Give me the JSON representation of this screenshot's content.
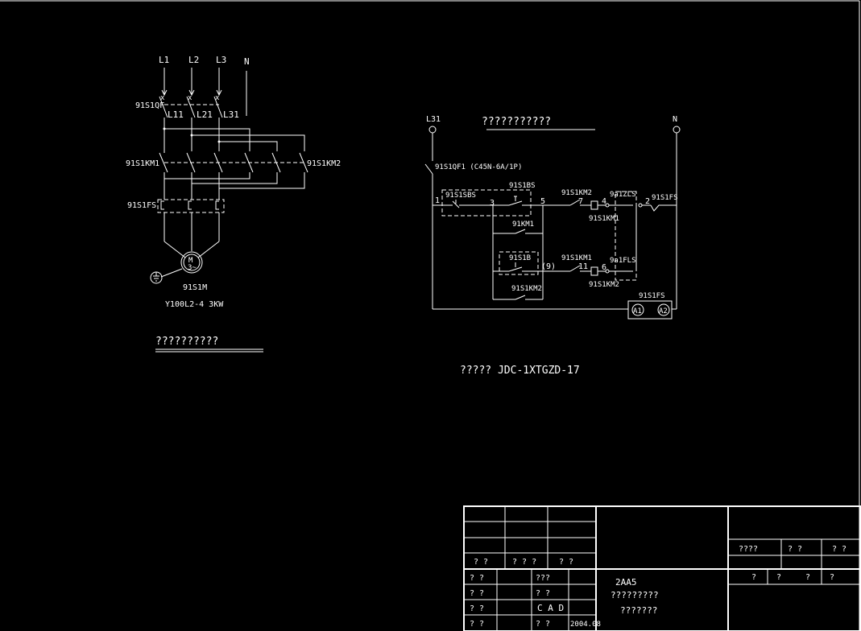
{
  "power_circuit": {
    "phases": [
      "L1",
      "L2",
      "L3",
      "N"
    ],
    "breaker": "91S1QF",
    "feeder_labels": [
      "L11",
      "L21",
      "L31"
    ],
    "contactor_1": "91S1KM1",
    "contactor_2": "91S1KM2",
    "fuse": "91S1FS",
    "motor": "91S1M",
    "motor_symbol_top": "M",
    "motor_symbol_bottom": "3~",
    "motor_spec": "Y100L2-4 3KW",
    "title": "??????????"
  },
  "control_circuit": {
    "title": "???????????",
    "left_terminal": "L31",
    "right_terminal": "N",
    "breaker": "91S1QF1 (C45N-6A/1P)",
    "stop_button": "91S1SBS",
    "button_1": "91S1BS",
    "button_2": "91S1B",
    "km2_nc": "91S1KM2",
    "km1_nc": "91S1KM1",
    "km1_aux": "91KM1",
    "km2_aux": "91S1KM2",
    "limit_1": "9a1ZLS",
    "limit_2": "9a1FLS",
    "coil_1": "91S1KM1",
    "coil_2": "91S1KM2",
    "fuse_top": "91S1FS",
    "fuse_bottom": "91S1FS",
    "meter_a1": "A1",
    "meter_a2": "A2",
    "nodes": [
      "1",
      "3",
      "5",
      "7",
      "4",
      "2",
      "(9)",
      "11",
      "6"
    ]
  },
  "drawing_number": "????? JDC-1XTGZD-17",
  "title_block": {
    "header_row": [
      "? ?",
      "? ? ?",
      "? ?"
    ],
    "left_labels": [
      "? ?",
      "? ?",
      "? ?",
      "? ?"
    ],
    "mid_labels": [
      "???",
      "? ?",
      "C A D",
      "? ?"
    ],
    "date": "2004.08",
    "drawing_code": "2AA5",
    "drawing_name": "?????????",
    "drawing_sub": "???????",
    "right_headers": [
      "????",
      "? ?",
      "? ?"
    ],
    "right_row2": [
      "?",
      "?",
      "?",
      "?"
    ]
  }
}
